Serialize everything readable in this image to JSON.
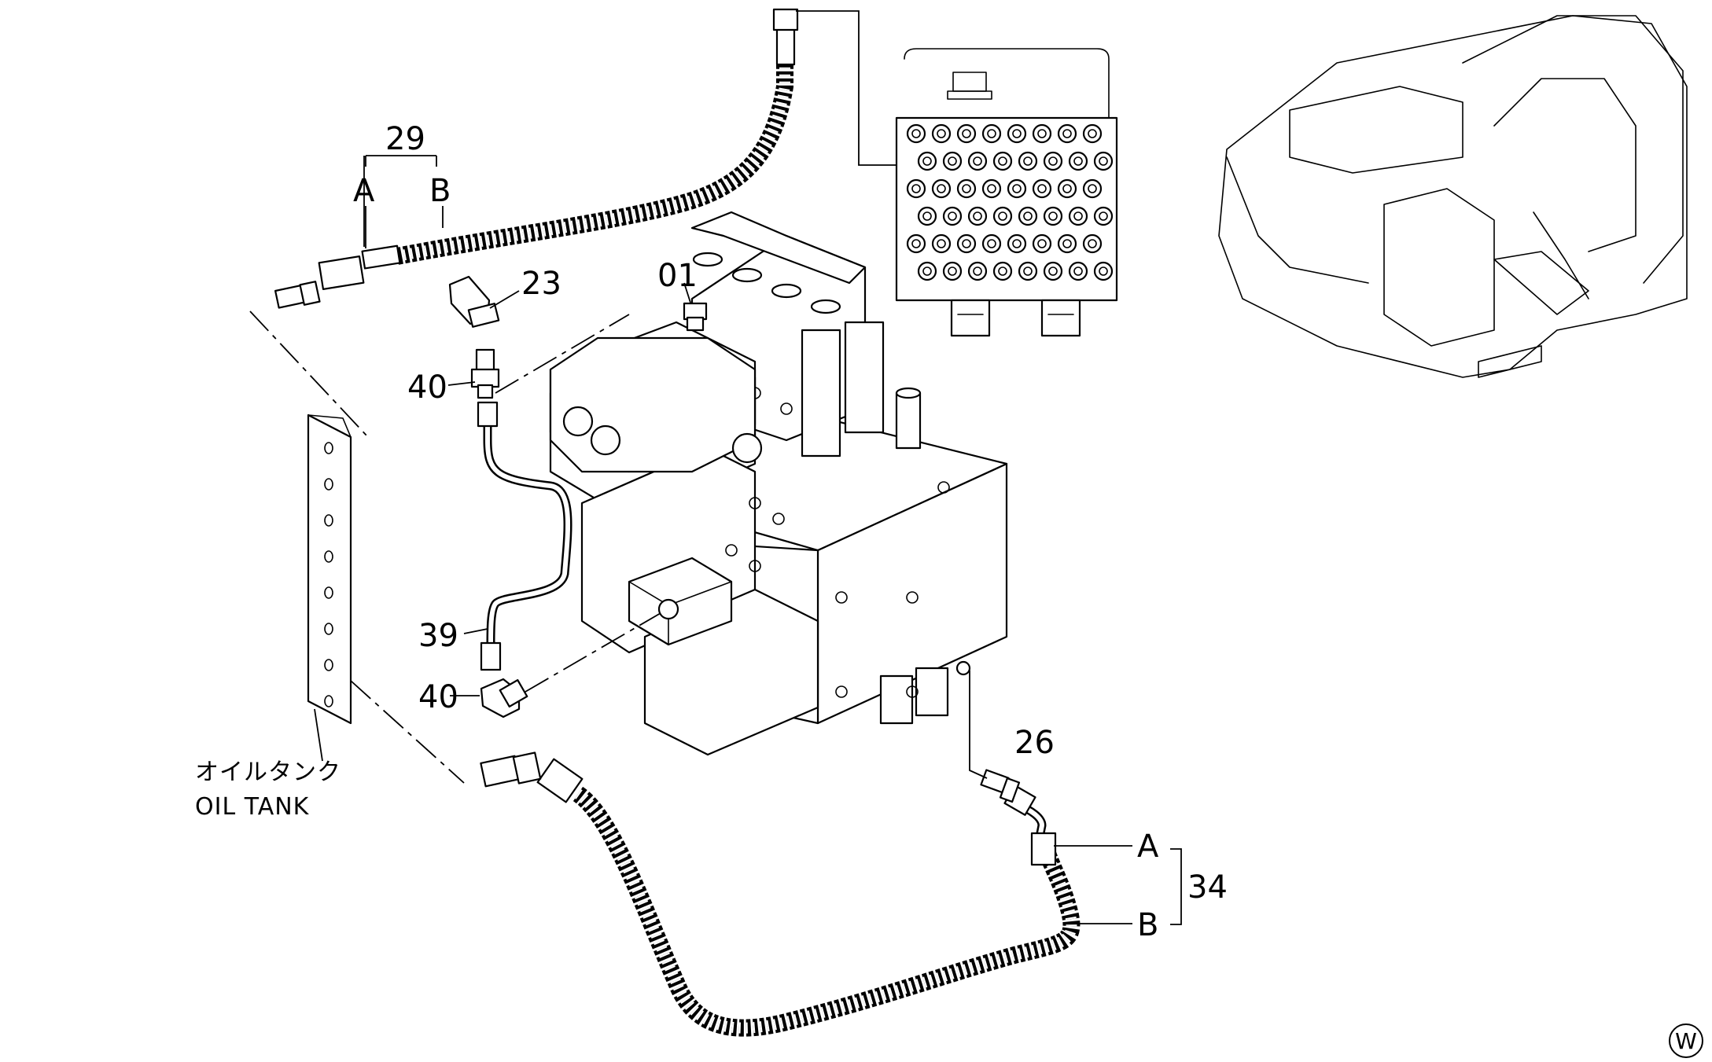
{
  "labels": {
    "p29": "29",
    "p29_a": "A",
    "p29_b": "B",
    "p23": "23",
    "p01": "01",
    "p40_upper": "40",
    "p39": "39",
    "p40_lower": "40",
    "p26": "26",
    "p34": "34",
    "p34_a": "A",
    "p34_b": "B",
    "tank_jp": "オイルタンク",
    "tank_en": "OIL  TANK",
    "corner_mark": "W"
  },
  "icons": [
    "hydraulic-hose-icon",
    "elbow-fitting-icon",
    "plug-icon",
    "adapter-icon",
    "control-valve-icon",
    "excavator-locator-icon"
  ]
}
